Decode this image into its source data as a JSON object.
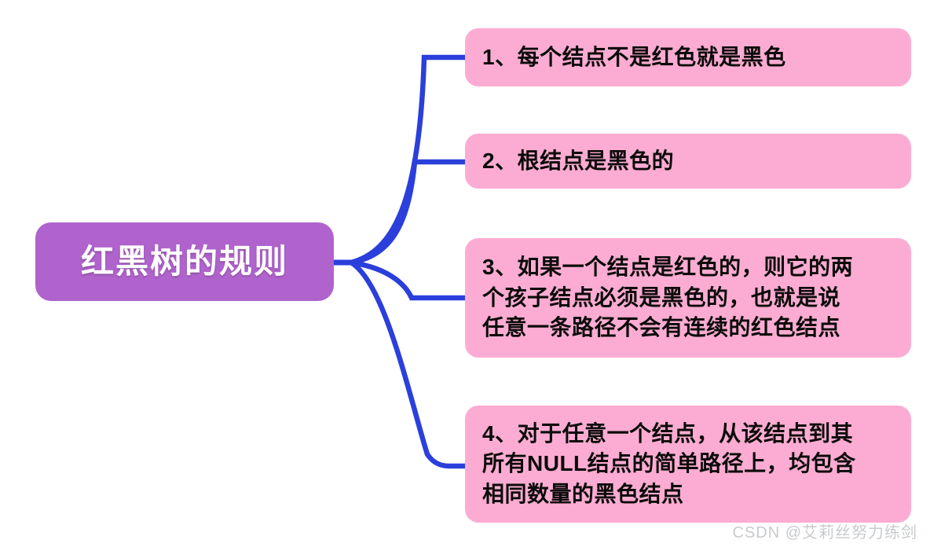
{
  "diagram": {
    "type": "mind-map",
    "title": "红黑树的规则",
    "colors": {
      "background": "#ffffff",
      "root_fill": "#b063cc",
      "root_text": "#ffffff",
      "branch_fill": "#fcacd2",
      "branch_text": "#0b0b0b",
      "connector": "#2b3fdb"
    },
    "root": {
      "label": "红黑树的规则"
    },
    "branches": [
      {
        "index": "1",
        "label": "1、每个结点不是红色就是黑色"
      },
      {
        "index": "2",
        "label": "2、根结点是黑色的"
      },
      {
        "index": "3",
        "label": "3、如果一个结点是红色的，则它的两\n个孩子结点必须是黑色的，也就是说\n任意一条路径不会有连续的红色结点"
      },
      {
        "index": "4",
        "label": "4、对于任意一个结点，从该结点到其\n所有NULL结点的简单路径上，均包含\n相同数量的黑色结点"
      }
    ]
  },
  "watermark": {
    "text": "CSDN @艾莉丝努力练剑"
  }
}
